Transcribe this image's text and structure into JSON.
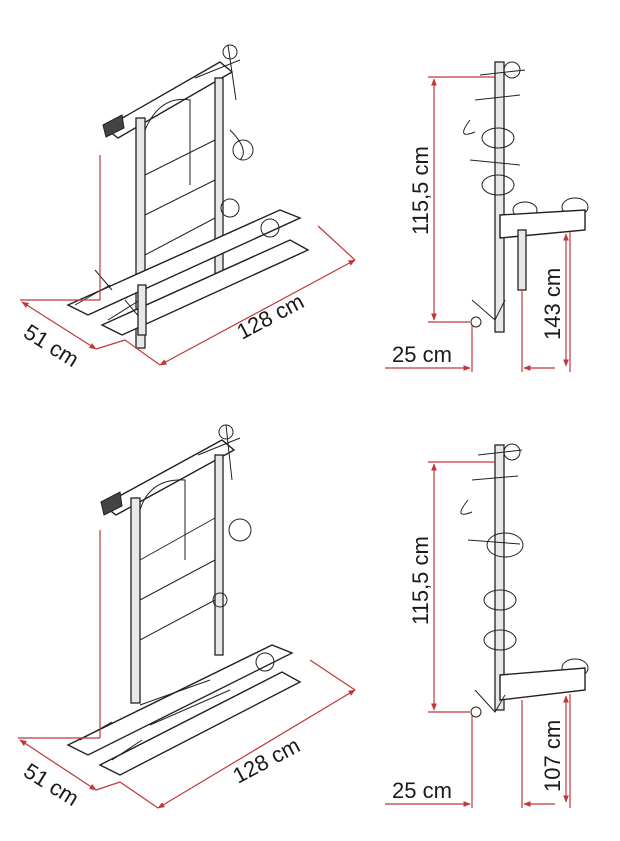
{
  "colors": {
    "dimension_line": "#c0383c",
    "outline": "#222222",
    "text": "#1a1a1a"
  },
  "top": {
    "depth_label": "51 cm",
    "length_label": "128 cm",
    "height_label": "115,5 cm",
    "offset_label": "25 cm",
    "overall_label": "143 cm"
  },
  "bottom": {
    "depth_label": "51 cm",
    "length_label": "128 cm",
    "height_label": "115,5 cm",
    "offset_label": "25 cm",
    "overall_label": "107 cm"
  }
}
